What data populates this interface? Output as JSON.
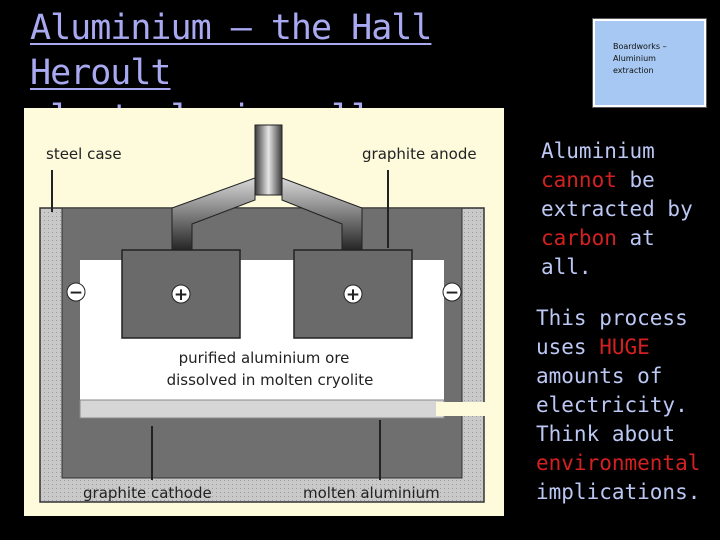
{
  "slide": {
    "title_line1": "Aluminium – the Hall Heroult",
    "title_line2": "electrolysis cell",
    "badge": {
      "line1": "Boardworks –",
      "line2": "Aluminium",
      "line3": "extraction"
    }
  },
  "diagram": {
    "labels": {
      "steel_case": "steel case",
      "graphite_anode": "graphite anode",
      "ore": "purified aluminium ore",
      "cryolite": "dissolved in molten cryolite",
      "graphite_cathode": "graphite cathode",
      "molten_aluminium": "molten aluminium"
    },
    "symbols": {
      "plus": "+",
      "minus": "−"
    }
  },
  "text_block_1": {
    "l1": "Aluminium",
    "l2a": "cannot",
    "l2b": " be",
    "l3": "extracted by",
    "l4a": "carbon",
    "l4b": " at all."
  },
  "text_block_2": {
    "l1": "This process",
    "l2a": "uses ",
    "l2b": "HUGE",
    "l3": "amounts of",
    "l4": "electricity.",
    "l5": "Think about",
    "l6": "environmental",
    "l7": "implications."
  },
  "colors": {
    "title": "#a9a9f2",
    "body_text": "#bcc8f4",
    "highlight": "#d42020",
    "badge": "#a6c8f2",
    "diagram_bg": "#fdfbdc"
  }
}
